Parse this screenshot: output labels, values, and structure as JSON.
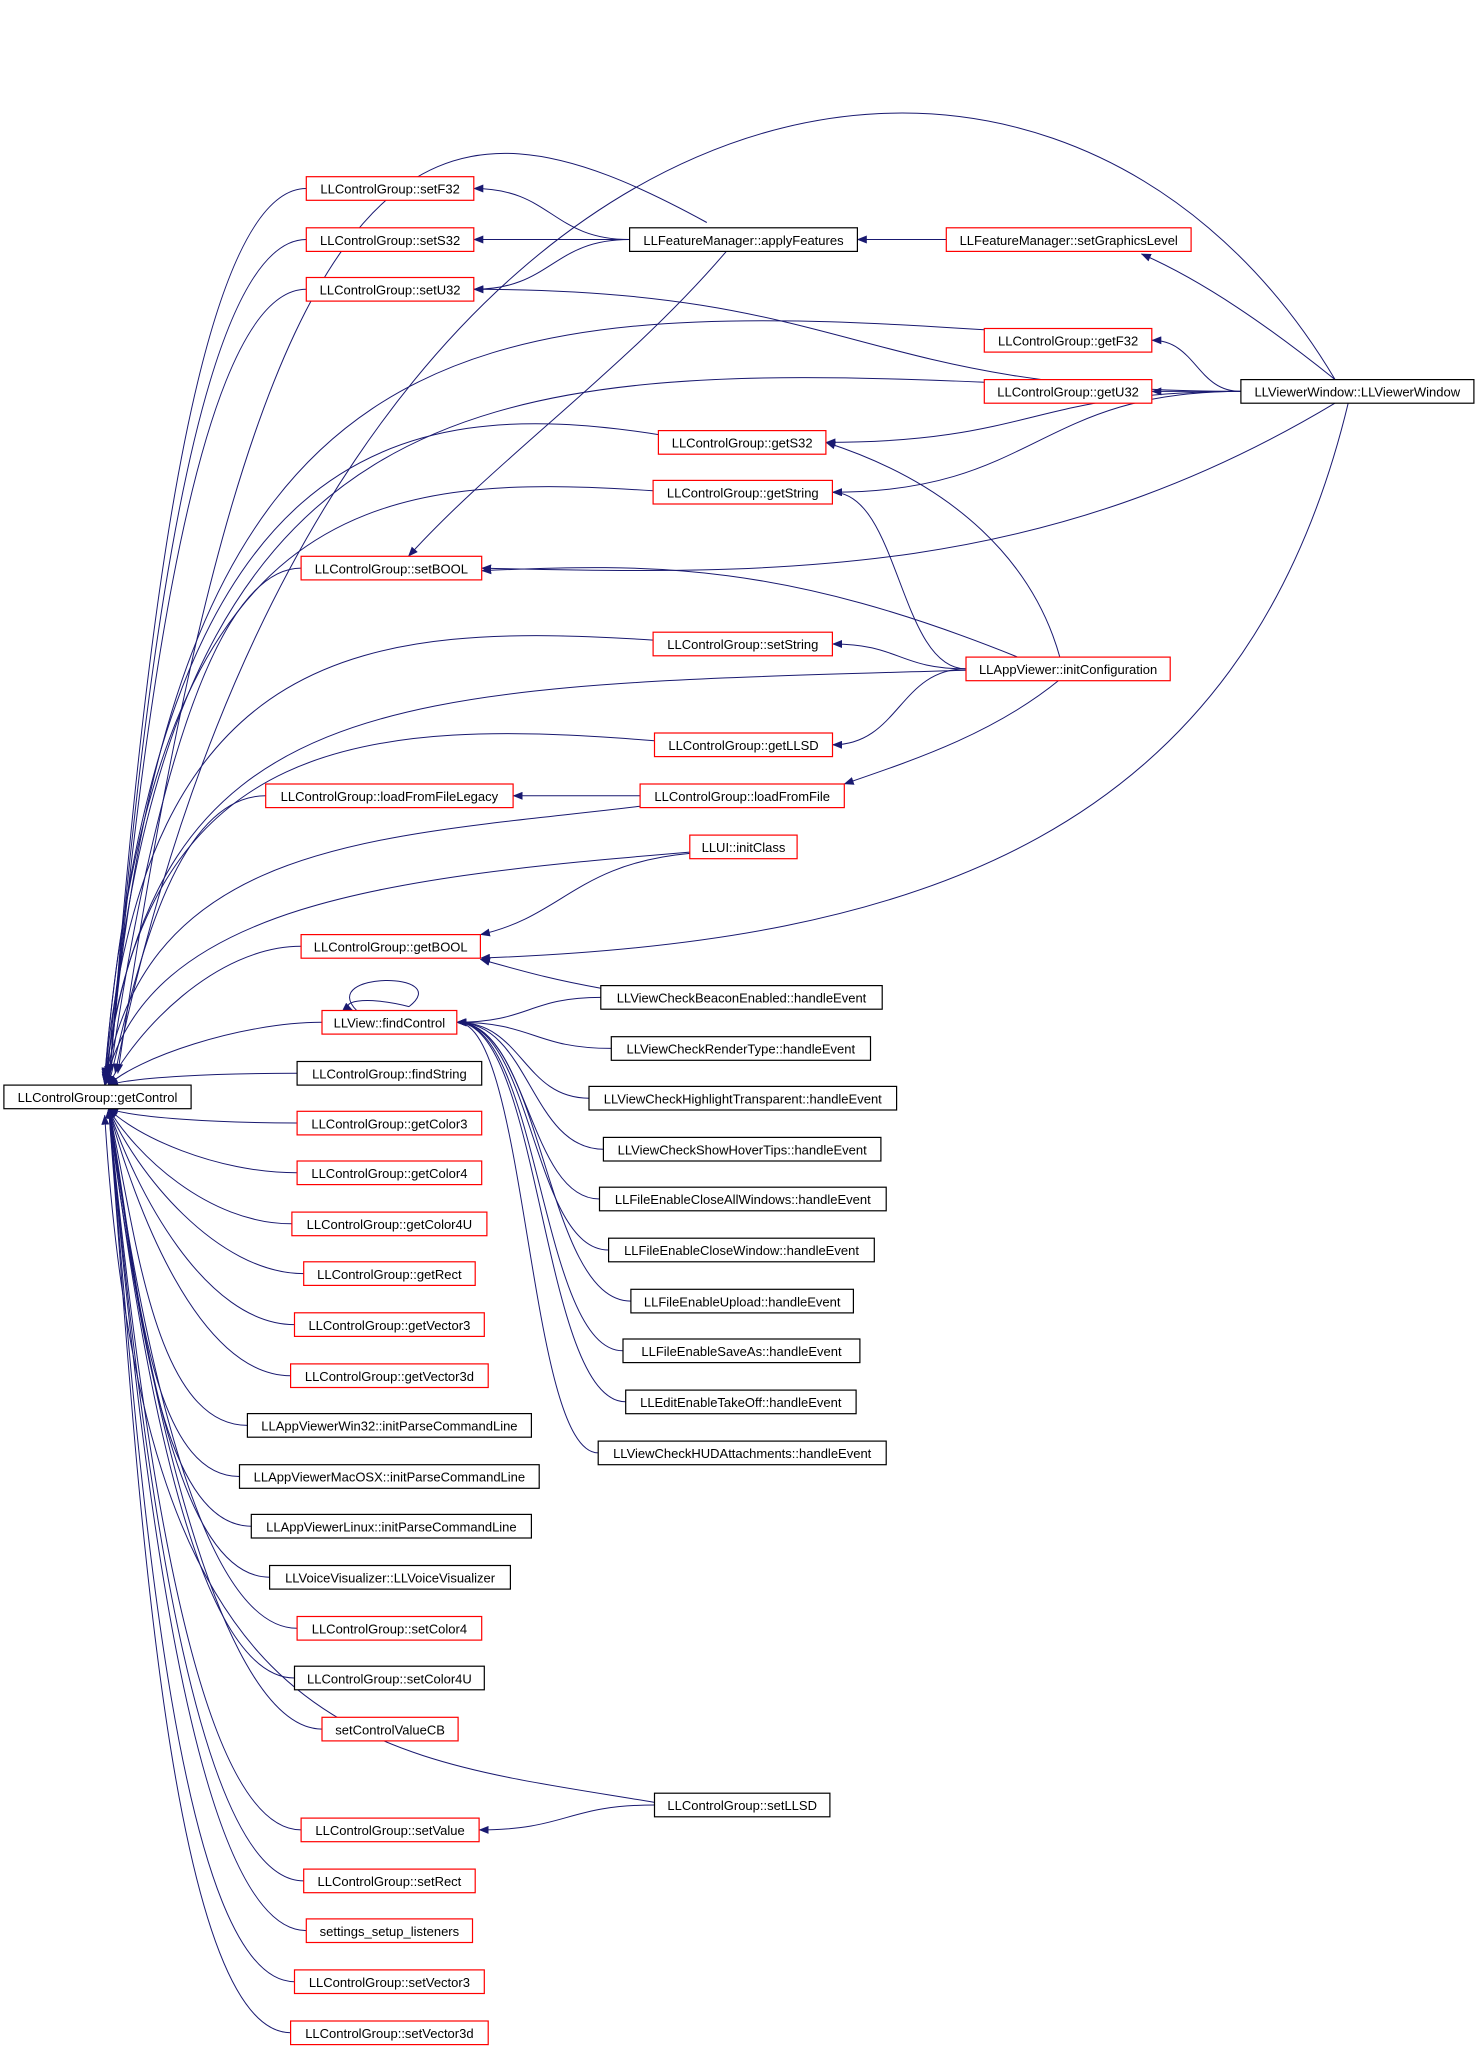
{
  "colors": {
    "edge": "#191970",
    "border_documented": "#000000",
    "border_truncated": "#ff0000",
    "root_fill": "#bfbfbf",
    "background": "#ffffff"
  },
  "root": "getControl",
  "nodes": [
    {
      "id": "getControl",
      "label": "LLControlGroup::getControl",
      "style": "root"
    },
    {
      "id": "setF32",
      "label": "LLControlGroup::setF32",
      "style": "truncated"
    },
    {
      "id": "setS32",
      "label": "LLControlGroup::setS32",
      "style": "truncated"
    },
    {
      "id": "setU32",
      "label": "LLControlGroup::setU32",
      "style": "truncated"
    },
    {
      "id": "applyFeatures",
      "label": "LLFeatureManager::applyFeatures",
      "style": "documented"
    },
    {
      "id": "setGraphicsLevel",
      "label": "LLFeatureManager::setGraphicsLevel",
      "style": "truncated"
    },
    {
      "id": "getF32",
      "label": "LLControlGroup::getF32",
      "style": "truncated"
    },
    {
      "id": "getU32",
      "label": "LLControlGroup::getU32",
      "style": "truncated"
    },
    {
      "id": "llviewerwindow",
      "label": "LLViewerWindow::LLViewerWindow",
      "style": "documented"
    },
    {
      "id": "getS32",
      "label": "LLControlGroup::getS32",
      "style": "truncated"
    },
    {
      "id": "getString",
      "label": "LLControlGroup::getString",
      "style": "truncated"
    },
    {
      "id": "setBOOL",
      "label": "LLControlGroup::setBOOL",
      "style": "truncated"
    },
    {
      "id": "setString",
      "label": "LLControlGroup::setString",
      "style": "truncated"
    },
    {
      "id": "initConfiguration",
      "label": "LLAppViewer::initConfiguration",
      "style": "truncated"
    },
    {
      "id": "getLLSD",
      "label": "LLControlGroup::getLLSD",
      "style": "truncated"
    },
    {
      "id": "loadFromFileLegacy",
      "label": "LLControlGroup::loadFromFileLegacy",
      "style": "truncated"
    },
    {
      "id": "loadFromFile",
      "label": "LLControlGroup::loadFromFile",
      "style": "truncated"
    },
    {
      "id": "initClass",
      "label": "LLUI::initClass",
      "style": "truncated"
    },
    {
      "id": "getBOOL",
      "label": "LLControlGroup::getBOOL",
      "style": "truncated"
    },
    {
      "id": "findControl",
      "label": "LLView::findControl",
      "style": "truncated"
    },
    {
      "id": "beacon",
      "label": "LLViewCheckBeaconEnabled::handleEvent",
      "style": "documented"
    },
    {
      "id": "rendertype",
      "label": "LLViewCheckRenderType::handleEvent",
      "style": "documented"
    },
    {
      "id": "highlight",
      "label": "LLViewCheckHighlightTransparent::handleEvent",
      "style": "documented"
    },
    {
      "id": "hovertips",
      "label": "LLViewCheckShowHoverTips::handleEvent",
      "style": "documented"
    },
    {
      "id": "closeall",
      "label": "LLFileEnableCloseAllWindows::handleEvent",
      "style": "documented"
    },
    {
      "id": "closewindow",
      "label": "LLFileEnableCloseWindow::handleEvent",
      "style": "documented"
    },
    {
      "id": "upload",
      "label": "LLFileEnableUpload::handleEvent",
      "style": "documented"
    },
    {
      "id": "saveas",
      "label": "LLFileEnableSaveAs::handleEvent",
      "style": "documented"
    },
    {
      "id": "takeoff",
      "label": "LLEditEnableTakeOff::handleEvent",
      "style": "documented"
    },
    {
      "id": "hudattach",
      "label": "LLViewCheckHUDAttachments::handleEvent",
      "style": "documented"
    },
    {
      "id": "findString",
      "label": "LLControlGroup::findString",
      "style": "documented"
    },
    {
      "id": "getColor3",
      "label": "LLControlGroup::getColor3",
      "style": "truncated"
    },
    {
      "id": "getColor4",
      "label": "LLControlGroup::getColor4",
      "style": "truncated"
    },
    {
      "id": "getColor4U",
      "label": "LLControlGroup::getColor4U",
      "style": "truncated"
    },
    {
      "id": "getRect",
      "label": "LLControlGroup::getRect",
      "style": "truncated"
    },
    {
      "id": "getVector3",
      "label": "LLControlGroup::getVector3",
      "style": "truncated"
    },
    {
      "id": "getVector3d",
      "label": "LLControlGroup::getVector3d",
      "style": "truncated"
    },
    {
      "id": "win32",
      "label": "LLAppViewerWin32::initParseCommandLine",
      "style": "documented"
    },
    {
      "id": "macosx",
      "label": "LLAppViewerMacOSX::initParseCommandLine",
      "style": "documented"
    },
    {
      "id": "linux",
      "label": "LLAppViewerLinux::initParseCommandLine",
      "style": "documented"
    },
    {
      "id": "voicevis",
      "label": "LLVoiceVisualizer::LLVoiceVisualizer",
      "style": "documented"
    },
    {
      "id": "setColor4",
      "label": "LLControlGroup::setColor4",
      "style": "truncated"
    },
    {
      "id": "setColor4U",
      "label": "LLControlGroup::setColor4U",
      "style": "documented"
    },
    {
      "id": "setControlValueCB",
      "label": "setControlValueCB",
      "style": "truncated"
    },
    {
      "id": "setLLSD",
      "label": "LLControlGroup::setLLSD",
      "style": "documented"
    },
    {
      "id": "setValue",
      "label": "LLControlGroup::setValue",
      "style": "truncated"
    },
    {
      "id": "setRect",
      "label": "LLControlGroup::setRect",
      "style": "truncated"
    },
    {
      "id": "listeners",
      "label": "settings_setup_listeners",
      "style": "truncated"
    },
    {
      "id": "setVector3",
      "label": "LLControlGroup::setVector3",
      "style": "truncated"
    },
    {
      "id": "setVector3d",
      "label": "LLControlGroup::setVector3d",
      "style": "truncated"
    }
  ],
  "edges": [
    {
      "from": "setF32",
      "to": "getControl"
    },
    {
      "from": "setS32",
      "to": "getControl"
    },
    {
      "from": "setU32",
      "to": "getControl"
    },
    {
      "from": "applyFeatures",
      "to": "getControl"
    },
    {
      "from": "llviewerwindow",
      "to": "getControl"
    },
    {
      "from": "getF32",
      "to": "getControl"
    },
    {
      "from": "getU32",
      "to": "getControl"
    },
    {
      "from": "getS32",
      "to": "getControl"
    },
    {
      "from": "getString",
      "to": "getControl"
    },
    {
      "from": "setBOOL",
      "to": "getControl"
    },
    {
      "from": "setString",
      "to": "getControl"
    },
    {
      "from": "initConfiguration",
      "to": "getControl"
    },
    {
      "from": "getLLSD",
      "to": "getControl"
    },
    {
      "from": "loadFromFileLegacy",
      "to": "getControl"
    },
    {
      "from": "loadFromFile",
      "to": "getControl"
    },
    {
      "from": "initClass",
      "to": "getControl"
    },
    {
      "from": "getBOOL",
      "to": "getControl"
    },
    {
      "from": "findControl",
      "to": "getControl"
    },
    {
      "from": "findString",
      "to": "getControl"
    },
    {
      "from": "getColor3",
      "to": "getControl"
    },
    {
      "from": "getColor4",
      "to": "getControl"
    },
    {
      "from": "getColor4U",
      "to": "getControl"
    },
    {
      "from": "getRect",
      "to": "getControl"
    },
    {
      "from": "getVector3",
      "to": "getControl"
    },
    {
      "from": "getVector3d",
      "to": "getControl"
    },
    {
      "from": "win32",
      "to": "getControl"
    },
    {
      "from": "macosx",
      "to": "getControl"
    },
    {
      "from": "linux",
      "to": "getControl"
    },
    {
      "from": "voicevis",
      "to": "getControl"
    },
    {
      "from": "setColor4",
      "to": "getControl"
    },
    {
      "from": "setColor4U",
      "to": "getControl"
    },
    {
      "from": "setControlValueCB",
      "to": "getControl"
    },
    {
      "from": "setLLSD",
      "to": "getControl"
    },
    {
      "from": "setValue",
      "to": "getControl"
    },
    {
      "from": "setRect",
      "to": "getControl"
    },
    {
      "from": "listeners",
      "to": "getControl"
    },
    {
      "from": "setVector3",
      "to": "getControl"
    },
    {
      "from": "setVector3d",
      "to": "getControl"
    },
    {
      "from": "applyFeatures",
      "to": "setF32"
    },
    {
      "from": "applyFeatures",
      "to": "setS32"
    },
    {
      "from": "applyFeatures",
      "to": "setU32"
    },
    {
      "from": "llviewerwindow",
      "to": "setU32"
    },
    {
      "from": "applyFeatures",
      "to": "setBOOL"
    },
    {
      "from": "setGraphicsLevel",
      "to": "applyFeatures"
    },
    {
      "from": "llviewerwindow",
      "to": "setGraphicsLevel"
    },
    {
      "from": "llviewerwindow",
      "to": "getF32"
    },
    {
      "from": "llviewerwindow",
      "to": "getU32"
    },
    {
      "from": "llviewerwindow",
      "to": "getS32"
    },
    {
      "from": "llviewerwindow",
      "to": "getString"
    },
    {
      "from": "llviewerwindow",
      "to": "setBOOL"
    },
    {
      "from": "llviewerwindow",
      "to": "getBOOL"
    },
    {
      "from": "initConfiguration",
      "to": "getS32"
    },
    {
      "from": "initConfiguration",
      "to": "getString"
    },
    {
      "from": "initConfiguration",
      "to": "setBOOL"
    },
    {
      "from": "initConfiguration",
      "to": "setString"
    },
    {
      "from": "initConfiguration",
      "to": "getLLSD"
    },
    {
      "from": "initConfiguration",
      "to": "loadFromFile"
    },
    {
      "from": "loadFromFile",
      "to": "loadFromFileLegacy"
    },
    {
      "from": "initClass",
      "to": "getBOOL"
    },
    {
      "from": "beacon",
      "to": "getBOOL"
    },
    {
      "from": "findControl",
      "to": "findControl"
    },
    {
      "from": "beacon",
      "to": "findControl"
    },
    {
      "from": "rendertype",
      "to": "findControl"
    },
    {
      "from": "highlight",
      "to": "findControl"
    },
    {
      "from": "hovertips",
      "to": "findControl"
    },
    {
      "from": "closeall",
      "to": "findControl"
    },
    {
      "from": "closewindow",
      "to": "findControl"
    },
    {
      "from": "upload",
      "to": "findControl"
    },
    {
      "from": "saveas",
      "to": "findControl"
    },
    {
      "from": "takeoff",
      "to": "findControl"
    },
    {
      "from": "hudattach",
      "to": "findControl"
    },
    {
      "from": "setLLSD",
      "to": "setValue"
    }
  ]
}
